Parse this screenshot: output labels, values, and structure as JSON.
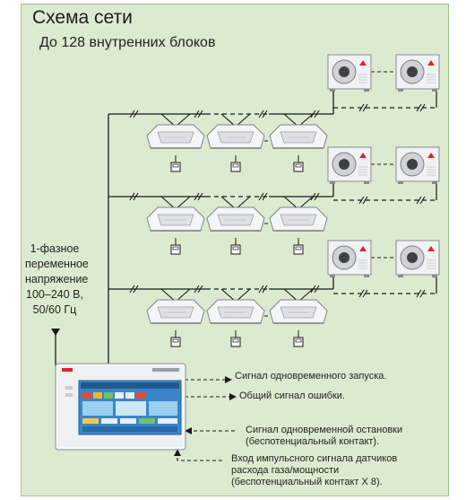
{
  "diagram": {
    "title": "Схема сети",
    "subtitle": "До 128 внутренних блоков",
    "power_label": "1-фазное переменное напряжение 100–240 В, 50/60 Гц",
    "outputs": [
      {
        "label": "Сигнал одновременного запуска."
      },
      {
        "label": "Общий сигнал ошибки."
      }
    ],
    "inputs": [
      {
        "label_lines": [
          "Сигнал одновременной остановки",
          "(беспотенциальный контакт)."
        ]
      },
      {
        "label_lines": [
          "Вход импульсного сигнала датчиков",
          "расхода газа/мощности",
          "(беспотенциальный контакт X 8)."
        ]
      }
    ],
    "colors": {
      "panel_bg": "#dcebcf",
      "line": "#1a1a1a",
      "controller_screen": "#3a86c8",
      "brand_red": "#d8262c"
    }
  }
}
